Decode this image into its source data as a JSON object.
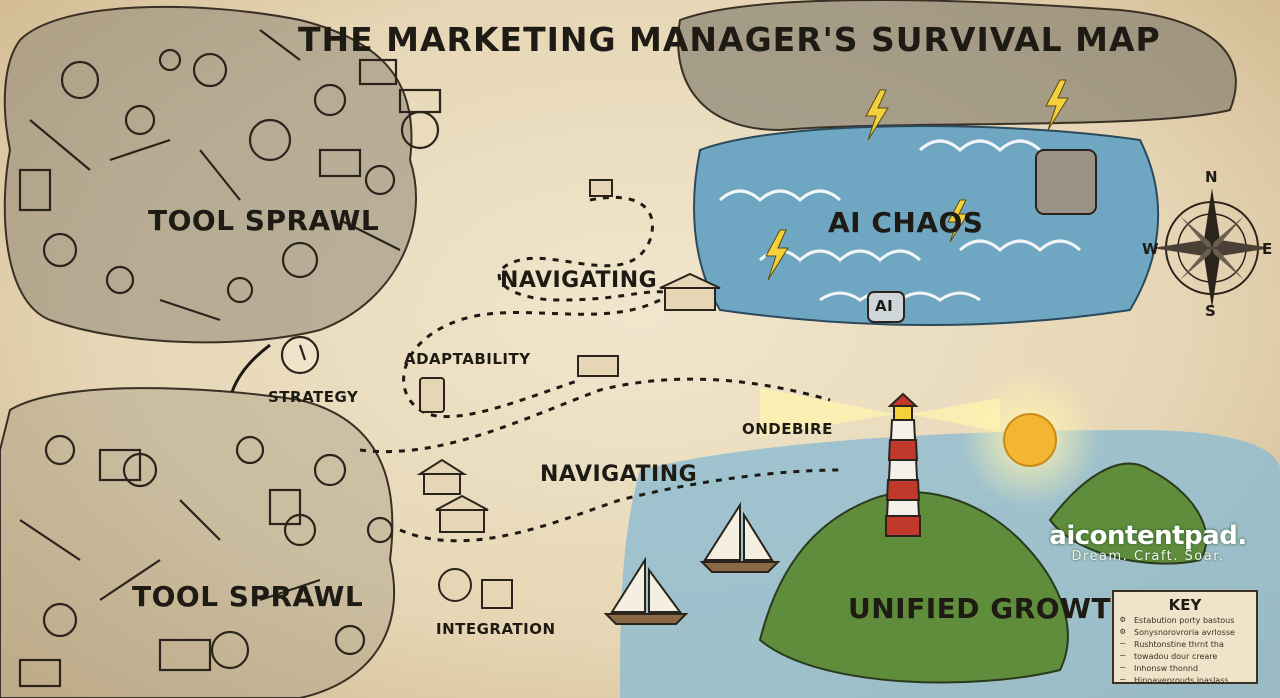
{
  "title": "THE MARKETING MANAGER'S SURVIVAL MAP",
  "regions": {
    "tool_sprawl_top": "TOOL SPRAWL",
    "tool_sprawl_bottom": "TOOL SPRAWL",
    "ai_chaos": "AI CHAOS",
    "unified_growth": "UNIFIED GROWTH"
  },
  "path_labels": {
    "navigating_upper": "NAVIGATING",
    "navigating_lower": "NAVIGATING",
    "adaptability": "ADAPTABILITY",
    "strategy": "STRATEGY",
    "ondebire": "ONDEBIRE",
    "integration": "INTEGRATION"
  },
  "compass": {
    "n": "N",
    "e": "E",
    "s": "S",
    "w": "W"
  },
  "ai_badge": "AI",
  "brand": {
    "name": "aicontentpad.",
    "tagline": "Dream. Craft. Soar."
  },
  "key": {
    "title": "KEY",
    "items": [
      {
        "symbol": "⚙",
        "text": "Estabution porty bastous"
      },
      {
        "symbol": "⚙",
        "text": "Sonysnorovroria avrlosse"
      },
      {
        "symbol": "—",
        "text": "Rushtonstine thrnt tha"
      },
      {
        "symbol": "—",
        "text": "towadou dour creare"
      },
      {
        "symbol": "—",
        "text": "Inhonsw thonnd"
      },
      {
        "symbol": "—",
        "text": "Hinoaveprouds inaslass"
      }
    ]
  },
  "colors": {
    "parchment": "#e9dcc0",
    "ink": "#1e1a14",
    "sea": "#6fa7c2",
    "island": "#5f8d3c",
    "lighthouse_red": "#c0392b",
    "sun": "#f2b632"
  }
}
